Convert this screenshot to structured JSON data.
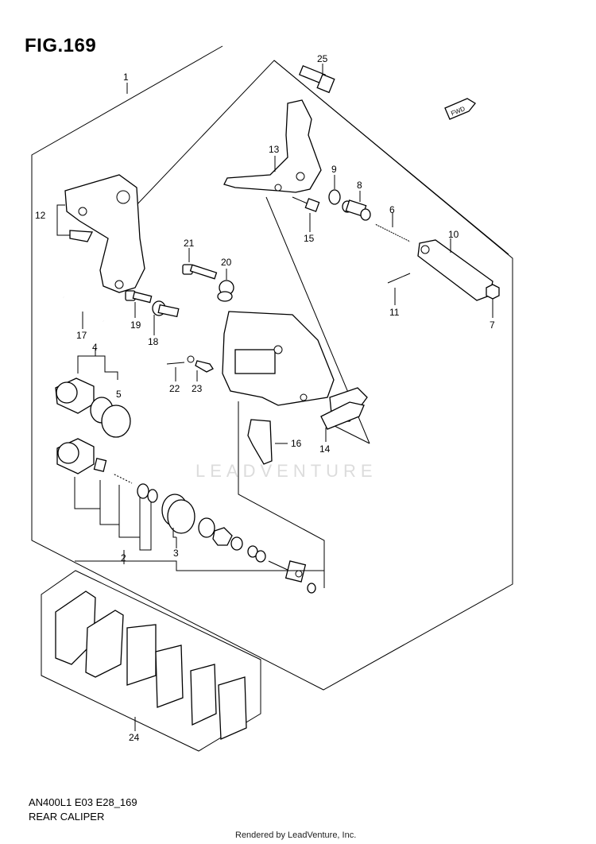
{
  "header": {
    "figure_title": "FIG.169"
  },
  "footer": {
    "model_code": "AN400L1 E03 E28_169",
    "section_name": "REAR CALIPER",
    "credit": "Rendered by LeadVenture, Inc."
  },
  "watermark": {
    "text": "LEADVENTURE"
  },
  "fwd_label": "FWD",
  "callouts": [
    "1",
    "2",
    "3",
    "4",
    "5",
    "6",
    "7",
    "8",
    "9",
    "10",
    "11",
    "12",
    "13",
    "14",
    "15",
    "16",
    "17",
    "18",
    "19",
    "20",
    "21",
    "22",
    "23",
    "24",
    "25"
  ]
}
